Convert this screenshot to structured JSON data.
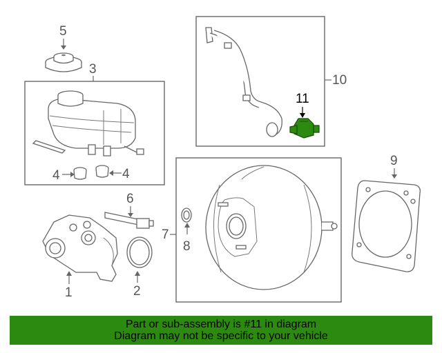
{
  "callouts": {
    "c1": "1",
    "c2": "2",
    "c3": "3",
    "c4a": "4",
    "c4b": "4",
    "c5": "5",
    "c6": "6",
    "c7": "7",
    "c8": "8",
    "c9": "9",
    "c10": "10",
    "c11": "11"
  },
  "highlight": {
    "part": "11",
    "color": "#2c8a10"
  },
  "banner": {
    "line1": "Part or sub-assembly is #11 in diagram",
    "line2": "Diagram may not be specific to your vehicle",
    "color": "#2c8a10"
  }
}
